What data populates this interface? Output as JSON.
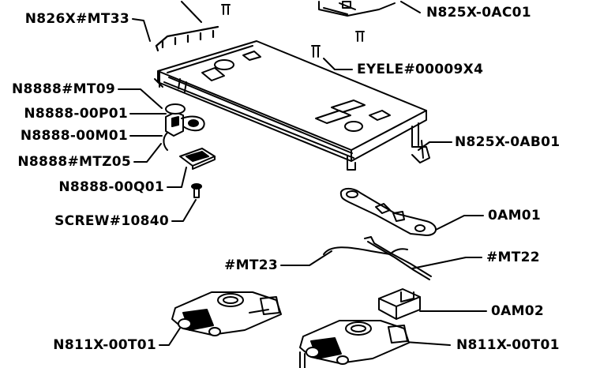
{
  "labels": {
    "n826x_mt33": "N826X#MT33",
    "n825x_0ac01": "N825X-0AC01",
    "eyele_00009x4": "EYELE#00009X4",
    "n8888_mt09": "N8888#MT09",
    "n8888_00p01": "N8888-00P01",
    "n8888_00m01": "N8888-00M01",
    "n8888_mtz05": "N8888#MTZ05",
    "n8888_00q01": "N8888-00Q01",
    "screw_10840": "SCREW#10840",
    "n825x_0ab01": "N825X-0AB01",
    "oam01": "0AM01",
    "mt23": "#MT23",
    "mt22": "#MT22",
    "oam02": "0AM02",
    "n811x_00t01_left": "N811X-00T01",
    "n811x_00t01_right": "N811X-00T01"
  }
}
